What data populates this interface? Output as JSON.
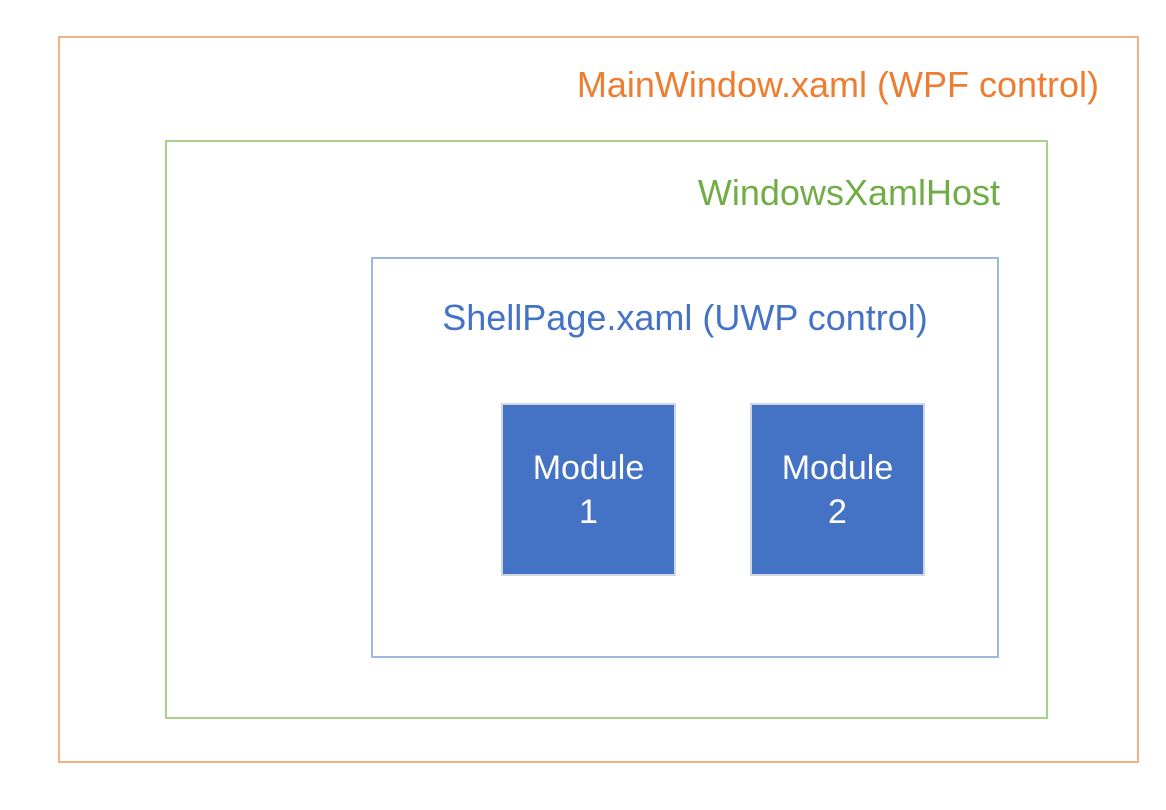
{
  "diagram": {
    "background_color": "#ffffff",
    "outer_box": {
      "label": "MainWindow.xaml (WPF control)",
      "text_color": "#ED7D31",
      "border_color": "#F4B183"
    },
    "host_box": {
      "label": "WindowsXamlHost",
      "text_color": "#70AD47",
      "border_color": "#A9D18E"
    },
    "shell_box": {
      "label": "ShellPage.xaml (UWP control)",
      "text_color": "#4472C4",
      "border_color": "#9FB8E2"
    },
    "modules": {
      "fill_color": "#4472C4",
      "border_color": "#CFD6E0",
      "text_color": "#FFFFFF",
      "items": [
        {
          "line1": "Module",
          "line2": "1"
        },
        {
          "line1": "Module",
          "line2": "2"
        }
      ]
    }
  }
}
